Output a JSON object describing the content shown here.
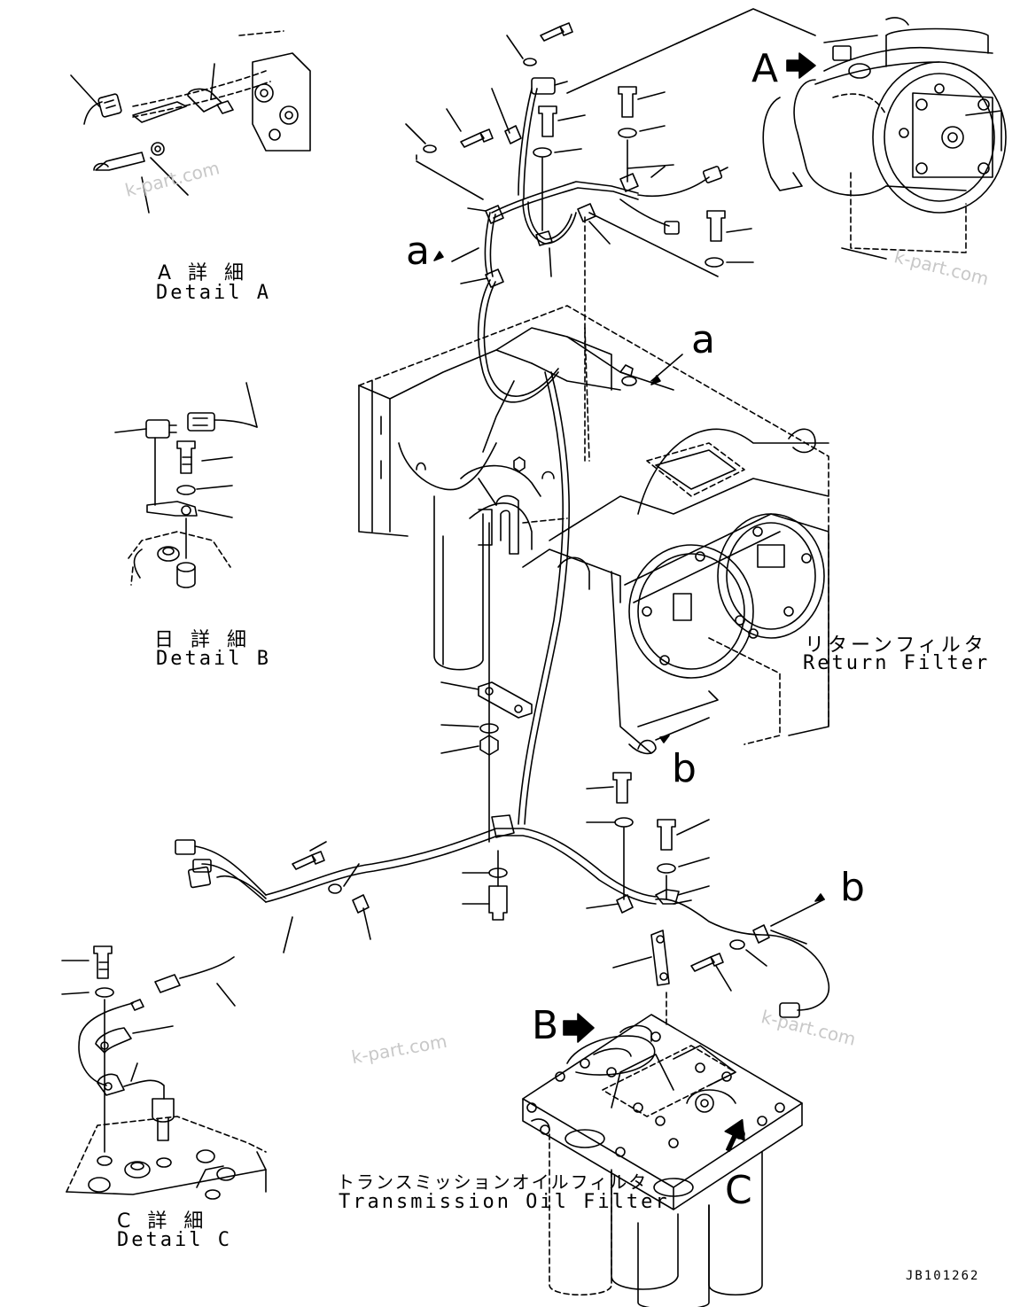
{
  "details": {
    "a": {
      "jp": "A 詳 細",
      "en": "Detail A"
    },
    "b": {
      "jp": "日 詳 細",
      "en": "Detail B"
    },
    "c": {
      "jp": "C 詳 細",
      "en": "Detail C"
    }
  },
  "components": {
    "return_filter": {
      "jp": "リターンフィルタ",
      "en": "Return Filter"
    },
    "transmission_filter": {
      "jp": "トランスミッションオイルフィルタ",
      "en": "Transmission Oil Filter"
    }
  },
  "view_refs": {
    "A": "A",
    "B": "B",
    "C": "C",
    "a": "a",
    "b": "b"
  },
  "watermark": "k-part.com",
  "drawing_code": "JB101262"
}
